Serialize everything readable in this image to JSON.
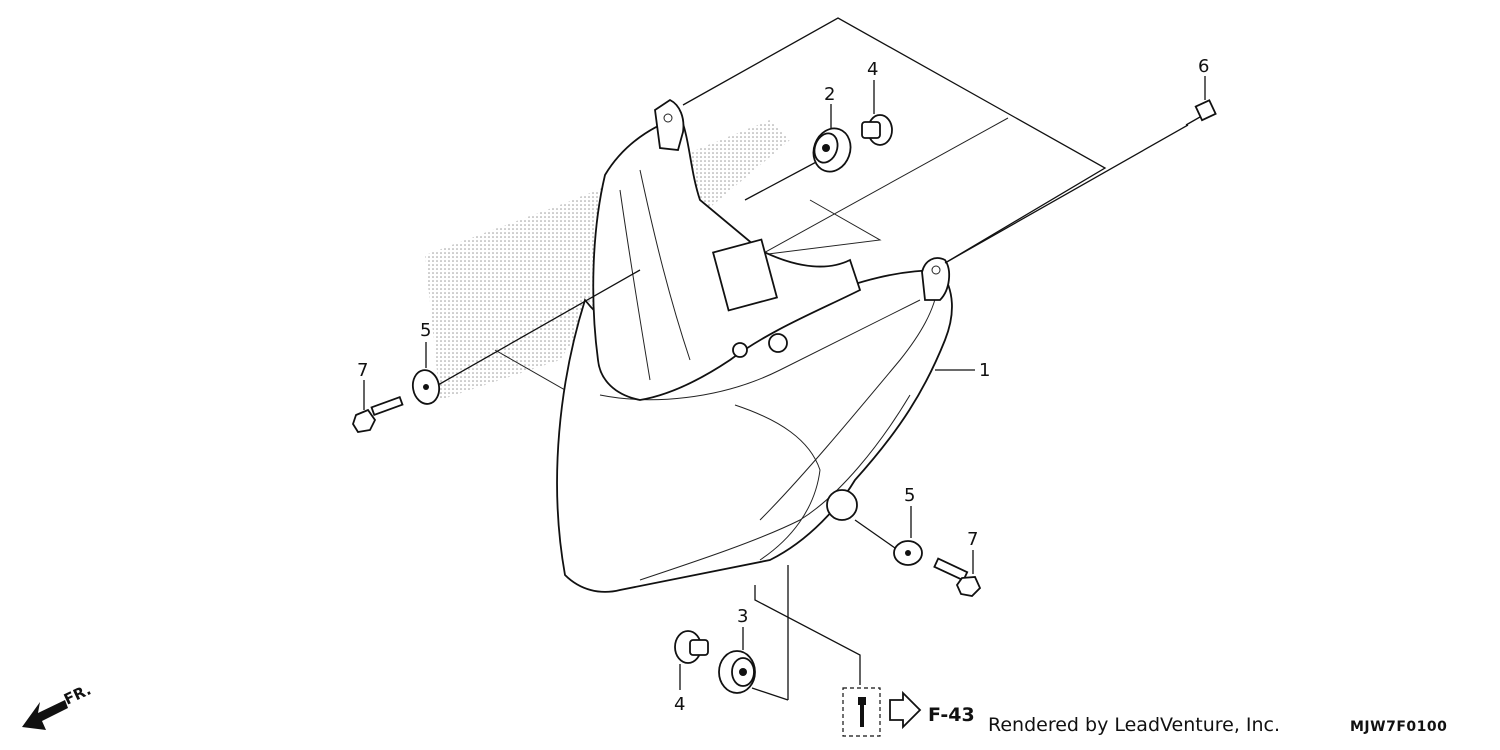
{
  "callouts": {
    "headlight": "1",
    "grommet_top": "2",
    "grommet_bottom": "3",
    "collar_top": "4",
    "collar_bottom": "4",
    "washer_left": "5",
    "washer_right": "5",
    "screw_top": "6",
    "bolt_left": "7",
    "bolt_right": "7"
  },
  "reference": "F-43",
  "direction_label": "FR.",
  "credit": "Rendered by LeadVenture, Inc.",
  "diagram_code": "MJW7F0100"
}
